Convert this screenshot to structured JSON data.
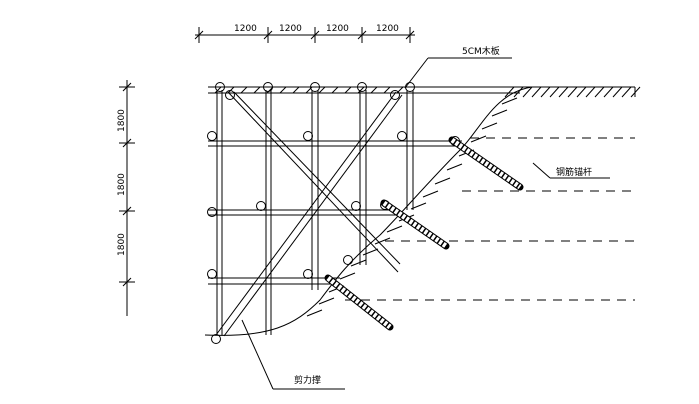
{
  "title": "Scaffold support with soil nail anchors section",
  "dimensions": {
    "horizontal": [
      "1200",
      "1200",
      "1200",
      "1200"
    ],
    "vertical": [
      "1800",
      "1800",
      "1800"
    ]
  },
  "labels": {
    "plank": "5CM木板",
    "anchor": "钢筋锚杆",
    "brace": "剪力撑"
  }
}
